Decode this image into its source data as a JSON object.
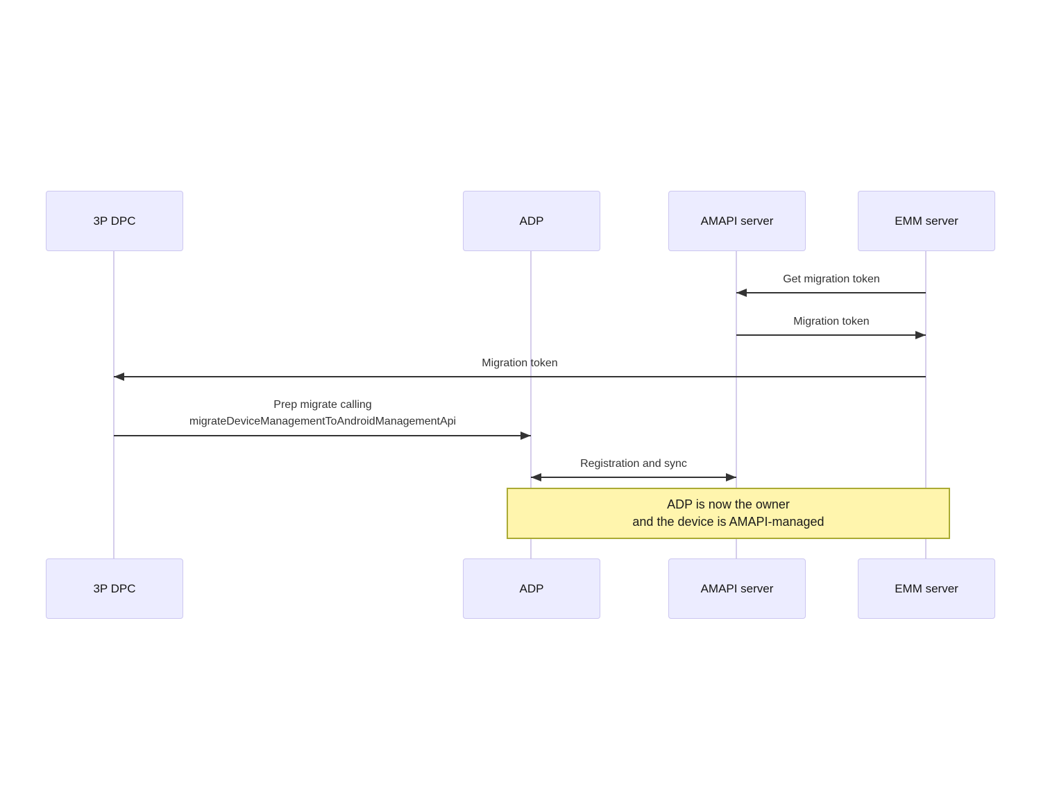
{
  "diagram_type": "sequence",
  "actors": [
    {
      "id": "3p-dpc",
      "name": "3P DPC"
    },
    {
      "id": "adp",
      "name": "ADP"
    },
    {
      "id": "amapi-server",
      "name": "AMAPI server"
    },
    {
      "id": "emm-server",
      "name": "EMM server"
    }
  ],
  "messages": [
    {
      "label": "Get migration token",
      "from": "EMM server",
      "to": "AMAPI server",
      "direction": "left"
    },
    {
      "label": "Migration token",
      "from": "AMAPI server",
      "to": "EMM server",
      "direction": "right"
    },
    {
      "label": "Migration token",
      "from": "EMM server",
      "to": "3P DPC",
      "direction": "left"
    },
    {
      "label": "Prep migrate calling",
      "label_line2": "migrateDeviceManagementToAndroidManagementApi",
      "from": "3P DPC",
      "to": "ADP",
      "direction": "right"
    },
    {
      "label": "Registration and sync",
      "from": "ADP",
      "to": "AMAPI server",
      "direction": "both"
    }
  ],
  "note": {
    "line1": "ADP is now the owner",
    "line2": "and the device is AMAPI-managed",
    "spans": "ADP to EMM server"
  },
  "colors": {
    "actor_fill": "#ECECFF",
    "actor_border": "#CCC6F0",
    "lifeline": "#D5CDEB",
    "arrow": "#333333",
    "message_text": "#333333",
    "note_fill": "#FFF5AD",
    "note_border": "#AAAA33",
    "background": "#FFFFFF"
  }
}
